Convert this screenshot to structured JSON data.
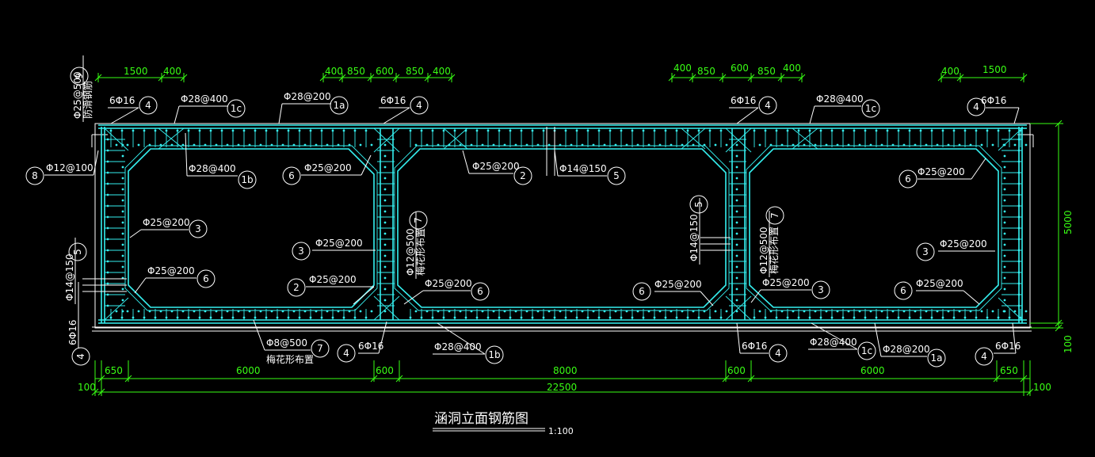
{
  "title": "涵洞立面钢筋图",
  "scale": "1:100",
  "dims": {
    "top_left": [
      "1500",
      "400"
    ],
    "top_mid": [
      "400",
      "850",
      "600",
      "850",
      "400"
    ],
    "top_mid2": [
      "400",
      "850",
      "600",
      "850",
      "400"
    ],
    "top_right": [
      "400",
      "1500"
    ],
    "bottom": [
      "650",
      "6000",
      "600",
      "8000",
      "600",
      "6000",
      "650"
    ],
    "overall": "22500",
    "edge_left": "100",
    "edge_right": "100",
    "height": "5000",
    "height_small": "100"
  },
  "labels": [
    {
      "id": "l1",
      "text": "6Φ16",
      "num": "4"
    },
    {
      "id": "l2",
      "text": "Φ28@400",
      "num": "1c"
    },
    {
      "id": "l3",
      "text": "Φ28@200",
      "num": "1a"
    },
    {
      "id": "l4",
      "text": "6Φ16",
      "num": "4"
    },
    {
      "id": "l5",
      "text": "6Φ16",
      "num": "4"
    },
    {
      "id": "l6",
      "text": "Φ28@400",
      "num": "1c"
    },
    {
      "id": "l7",
      "text": "6Φ16",
      "num": "4"
    },
    {
      "id": "l8",
      "text": "Φ12@100",
      "num": "8"
    },
    {
      "id": "l9",
      "text": "Φ28@400",
      "num": "1b"
    },
    {
      "id": "l10",
      "text": "Φ25@200",
      "num": "6"
    },
    {
      "id": "l11",
      "text": "Φ25@200",
      "num": "2"
    },
    {
      "id": "l12",
      "text": "Φ14@150",
      "num": "5"
    },
    {
      "id": "l13",
      "text": "Φ25@200",
      "num": "6"
    },
    {
      "id": "l14",
      "text": "Φ25@200",
      "num": "3"
    },
    {
      "id": "l15",
      "text": "Φ25@200",
      "num": "3"
    },
    {
      "id": "l16",
      "text": "Φ25@200",
      "num": "3"
    },
    {
      "id": "l17",
      "text": "Φ25@200",
      "num": "6"
    },
    {
      "id": "l18",
      "text": "Φ25@200",
      "num": "2"
    },
    {
      "id": "l19",
      "text": "Φ25@200",
      "num": "6"
    },
    {
      "id": "l20",
      "text": "Φ25@200",
      "num": "6"
    },
    {
      "id": "l21",
      "text": "Φ25@200",
      "num": "3"
    },
    {
      "id": "l22",
      "text": "Φ25@200",
      "num": "6"
    },
    {
      "id": "l23",
      "text": "Φ8@500",
      "num": "7"
    },
    {
      "id": "l24",
      "text": "6Φ16",
      "num": "4"
    },
    {
      "id": "l25",
      "text": "Φ28@400",
      "num": "1b"
    },
    {
      "id": "l26",
      "text": "6Φ16",
      "num": "4"
    },
    {
      "id": "l27",
      "text": "Φ28@400",
      "num": "1c"
    },
    {
      "id": "l28",
      "text": "Φ28@200",
      "num": "1a"
    },
    {
      "id": "l29",
      "text": "6Φ16",
      "num": "4"
    },
    {
      "id": "l30",
      "text": "6Φ16",
      "num": "4"
    }
  ],
  "vertical_labels": [
    {
      "id": "v1",
      "text": "Φ25@500",
      "sub": "防滑钢筋",
      "num": "9"
    },
    {
      "id": "v2",
      "text": "Φ14@150",
      "num": "5"
    },
    {
      "id": "v3",
      "text": "Φ12@500",
      "sub": "梅花形布置",
      "num": "7"
    },
    {
      "id": "v4",
      "text": "Φ14@150",
      "num": "5"
    },
    {
      "id": "v5",
      "text": "Φ12@500",
      "sub": "梅花形布置",
      "num": "7"
    },
    {
      "id": "v6",
      "text": "6Φ16",
      "num": "4"
    }
  ],
  "note_bottom": "梅花形布置",
  "colors": {
    "background": "#000000",
    "rebar": "#35f0f0",
    "dimension": "#39ff14",
    "text": "#ffffff"
  }
}
